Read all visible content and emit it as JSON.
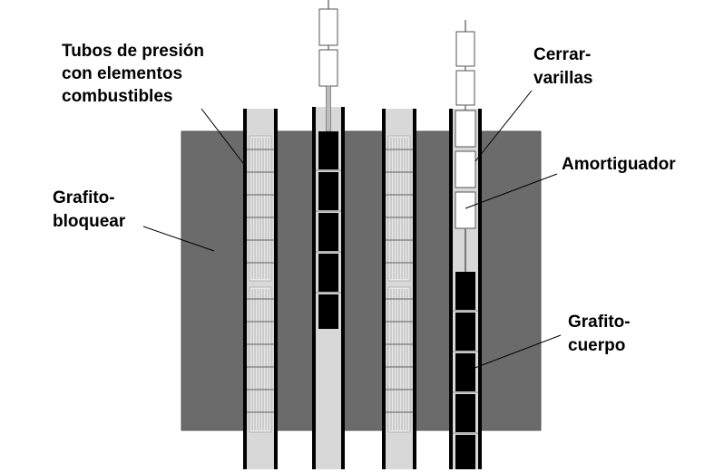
{
  "labels": {
    "pressure_tubes": [
      "Tubos de presión",
      "con elementos",
      "combustibles"
    ],
    "graphite_block": [
      "Grafito-",
      "bloquear"
    ],
    "control_rods": [
      "Cerrar-",
      "varillas"
    ],
    "damper": "Amortiguador",
    "graphite_body": [
      "Grafito-",
      "cuerpo"
    ]
  },
  "colors": {
    "graphite_block": "#6b6b6b",
    "channel_fill": "#d8d8d8",
    "channel_wall": "#000000",
    "graphite_segment": "#000000",
    "fuel_element": "#e8e8e8",
    "background": "#ffffff"
  }
}
